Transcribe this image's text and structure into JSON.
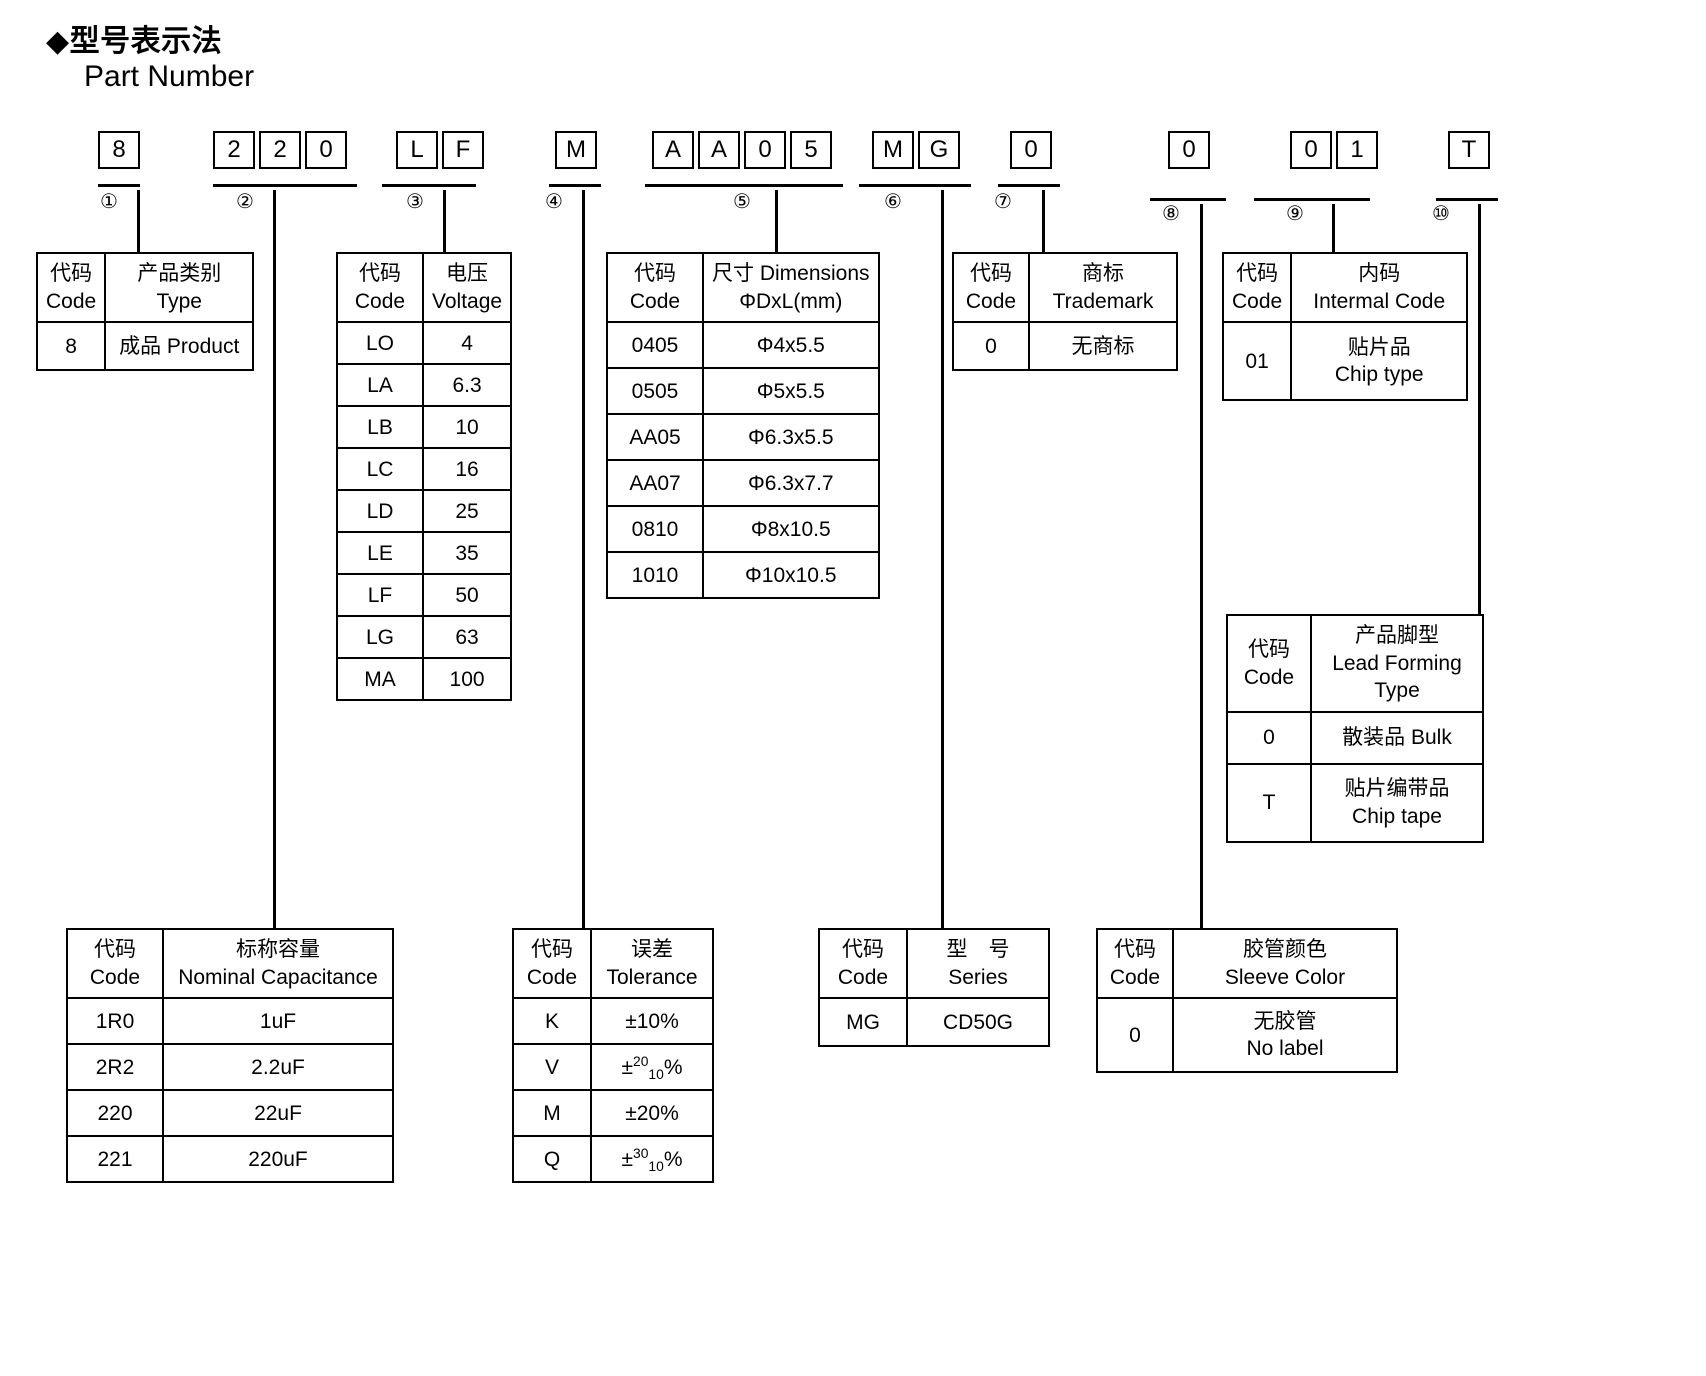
{
  "header": {
    "bullet": "◆",
    "title_zh": "型号表示法",
    "title_en": "Part Number"
  },
  "part_number": {
    "groups": [
      {
        "index": "①",
        "chars": [
          "8"
        ]
      },
      {
        "index": "②",
        "chars": [
          "2",
          "2",
          "0"
        ]
      },
      {
        "index": "③",
        "chars": [
          "L",
          "F"
        ]
      },
      {
        "index": "④",
        "chars": [
          "M"
        ]
      },
      {
        "index": "⑤",
        "chars": [
          "A",
          "A",
          "0",
          "5"
        ]
      },
      {
        "index": "⑥",
        "chars": [
          "M",
          "G"
        ]
      },
      {
        "index": "⑦",
        "chars": [
          "0"
        ]
      },
      {
        "index": "⑧",
        "chars": [
          "0"
        ]
      },
      {
        "index": "⑨",
        "chars": [
          "0",
          "1"
        ]
      },
      {
        "index": "⑩",
        "chars": [
          "T"
        ]
      }
    ]
  },
  "tables": {
    "type": {
      "header": {
        "code_zh": "代码",
        "code_en": "Code",
        "val_zh": "产品类别",
        "val_en": "Type"
      },
      "rows": [
        {
          "code": "8",
          "value": "成品 Product"
        }
      ]
    },
    "voltage": {
      "header": {
        "code_zh": "代码",
        "code_en": "Code",
        "val_zh": "电压",
        "val_en": "Voltage"
      },
      "rows": [
        {
          "code": "LO",
          "value": "4"
        },
        {
          "code": "LA",
          "value": "6.3"
        },
        {
          "code": "LB",
          "value": "10"
        },
        {
          "code": "LC",
          "value": "16"
        },
        {
          "code": "LD",
          "value": "25"
        },
        {
          "code": "LE",
          "value": "35"
        },
        {
          "code": "LF",
          "value": "50"
        },
        {
          "code": "LG",
          "value": "63"
        },
        {
          "code": "MA",
          "value": "100"
        }
      ]
    },
    "dimensions": {
      "header": {
        "code_zh": "代码",
        "code_en": "Code",
        "val_zh": "尺寸 Dimensions",
        "val_en": "ΦDxL(mm)"
      },
      "rows": [
        {
          "code": "0405",
          "value": "Φ4x5.5"
        },
        {
          "code": "0505",
          "value": "Φ5x5.5"
        },
        {
          "code": "AA05",
          "value": "Φ6.3x5.5"
        },
        {
          "code": "AA07",
          "value": "Φ6.3x7.7"
        },
        {
          "code": "0810",
          "value": "Φ8x10.5"
        },
        {
          "code": "1010",
          "value": "Φ10x10.5"
        }
      ]
    },
    "trademark": {
      "header": {
        "code_zh": "代码",
        "code_en": "Code",
        "val_zh": "商标",
        "val_en": "Trademark"
      },
      "rows": [
        {
          "code": "0",
          "value": "无商标"
        }
      ]
    },
    "internal_code": {
      "header": {
        "code_zh": "代码",
        "code_en": "Code",
        "val_zh": "内码",
        "val_en": "Intermal Code"
      },
      "rows": [
        {
          "code": "01",
          "value_zh": "贴片品",
          "value_en": "Chip type"
        }
      ]
    },
    "lead_forming": {
      "header": {
        "code_zh": "代码",
        "code_en": "Code",
        "val_zh": "产品脚型",
        "val_en1": "Lead Forming",
        "val_en2": "Type"
      },
      "rows": [
        {
          "code": "0",
          "value_zh": "散装品 Bulk",
          "value_en": ""
        },
        {
          "code": "T",
          "value_zh": "贴片编带品",
          "value_en": "Chip tape"
        }
      ]
    },
    "capacitance": {
      "header": {
        "code_zh": "代码",
        "code_en": "Code",
        "val_zh": "标称容量",
        "val_en": "Nominal Capacitance"
      },
      "rows": [
        {
          "code": "1R0",
          "value": "1uF"
        },
        {
          "code": "2R2",
          "value": "2.2uF"
        },
        {
          "code": "220",
          "value": "22uF"
        },
        {
          "code": "221",
          "value": "220uF"
        }
      ]
    },
    "tolerance": {
      "header": {
        "code_zh": "代码",
        "code_en": "Code",
        "val_zh": "误差",
        "val_en": "Tolerance"
      },
      "rows": [
        {
          "code": "K",
          "value": "±10%",
          "sup": "",
          "sub": "",
          "suffix": ""
        },
        {
          "code": "V",
          "value": "",
          "sup": "20",
          "sub": "10",
          "suffix": "%"
        },
        {
          "code": "M",
          "value": "±20%",
          "sup": "",
          "sub": "",
          "suffix": ""
        },
        {
          "code": "Q",
          "value": "",
          "sup": "30",
          "sub": "10",
          "suffix": "%"
        }
      ],
      "plusminus": "±"
    },
    "series": {
      "header": {
        "code_zh": "代码",
        "code_en": "Code",
        "val_zh": "型　号",
        "val_en": "Series"
      },
      "rows": [
        {
          "code": "MG",
          "value": "CD50G"
        }
      ]
    },
    "sleeve_color": {
      "header": {
        "code_zh": "代码",
        "code_en": "Code",
        "val_zh": "胶管颜色",
        "val_en": "Sleeve Color"
      },
      "rows": [
        {
          "code": "0",
          "value_zh": "无胶管",
          "value_en": "No label"
        }
      ]
    }
  }
}
